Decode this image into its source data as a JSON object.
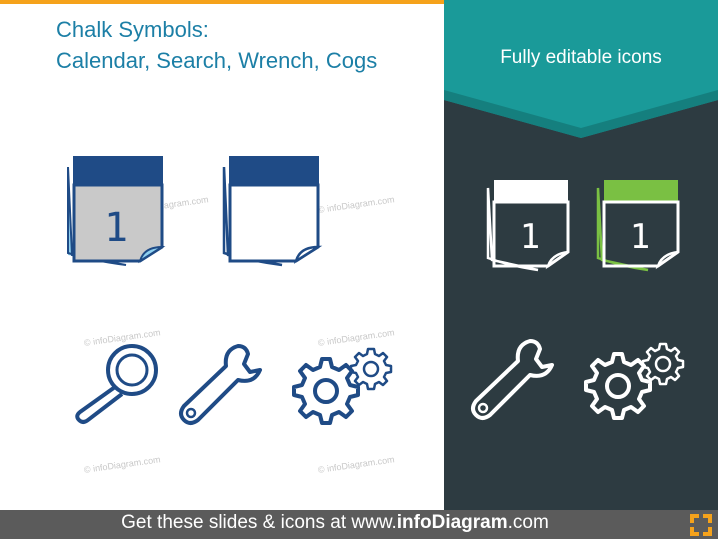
{
  "title": {
    "line1": "Chalk Symbols:",
    "line2": "Calendar, Search, Wrench, Cogs"
  },
  "banner": {
    "text": "Fully editable icons"
  },
  "calendar_number": "1",
  "watermark": "© infoDiagram.com",
  "footer": {
    "prefix": "Get these slides & icons at www.",
    "brand": "infoDiagram",
    "suffix": ".com"
  },
  "colors": {
    "accent_orange": "#f5a21b",
    "title_blue": "#1c7fa6",
    "dark_panel": "#2d3b41",
    "teal_banner": "#1a9a99",
    "navy": "#1f4b86",
    "light_blue": "#8ed0f0",
    "gray_fill": "#c9c9c9",
    "green": "#7ac043",
    "footer_gray": "#5b5b5b"
  },
  "icons": [
    "calendar-filled-icon",
    "calendar-outline-icon",
    "search-icon",
    "wrench-icon",
    "cogs-icon",
    "calendar-white-icon",
    "calendar-green-icon",
    "wrench-white-icon",
    "cogs-white-icon"
  ]
}
